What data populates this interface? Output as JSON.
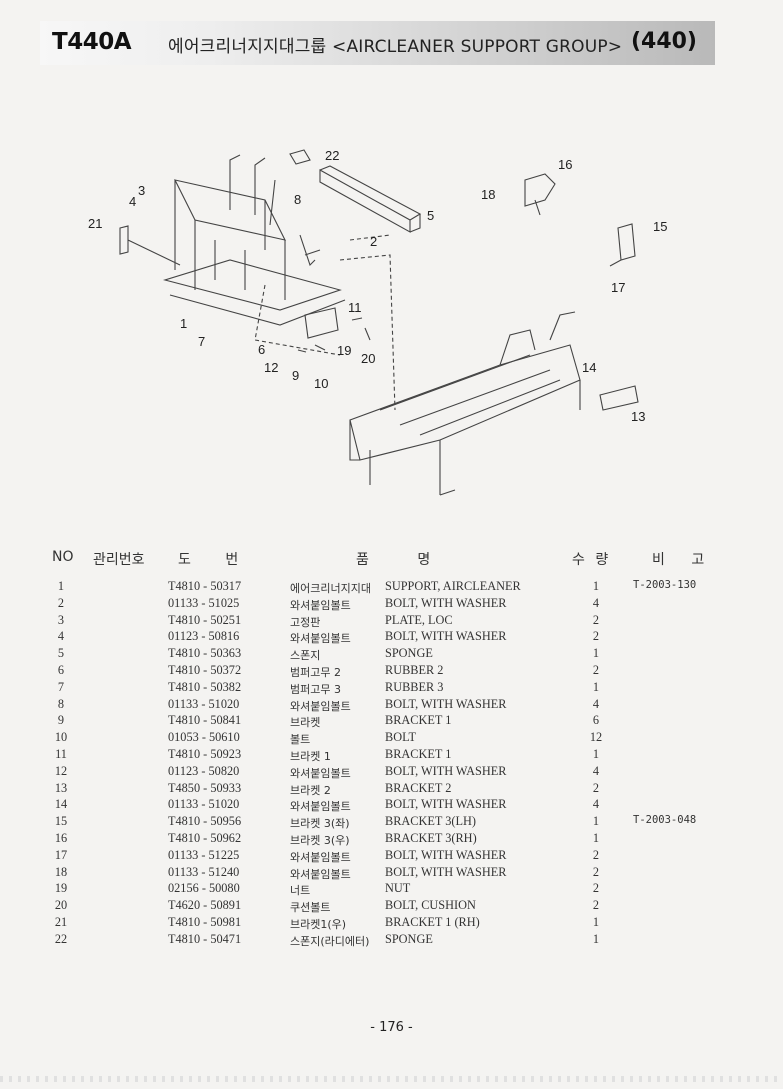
{
  "header": {
    "code": "T440A",
    "title": "에어크리너지지대그룹 <AIRCLEANER SUPPORT GROUP>",
    "page_ref": "(440)"
  },
  "diagram": {
    "callouts": [
      "1",
      "2",
      "3",
      "4",
      "5",
      "6",
      "7",
      "8",
      "9",
      "10",
      "11",
      "12",
      "13",
      "14",
      "15",
      "16",
      "17",
      "18",
      "19",
      "20",
      "21",
      "22"
    ]
  },
  "table": {
    "headers": {
      "no": "NO",
      "mgmt": "관리번호",
      "drawing": "도 번",
      "name": "품 명",
      "qty": "수 량",
      "remarks": "비 고"
    },
    "rows": [
      {
        "no": "1",
        "part": "T4810 - 50317",
        "kr": "에어크리너지지대",
        "en": "SUPPORT, AIRCLEANER",
        "qty": "1",
        "rem": "T-2003-130"
      },
      {
        "no": "2",
        "part": "01133 - 51025",
        "kr": "와셔붙임볼트",
        "en": "BOLT, WITH WASHER",
        "qty": "4",
        "rem": ""
      },
      {
        "no": "3",
        "part": "T4810 - 50251",
        "kr": "고정판",
        "en": "PLATE, LOC",
        "qty": "2",
        "rem": ""
      },
      {
        "no": "4",
        "part": "01123 - 50816",
        "kr": "와셔붙임볼트",
        "en": "BOLT, WITH WASHER",
        "qty": "2",
        "rem": ""
      },
      {
        "no": "5",
        "part": "T4810 - 50363",
        "kr": "스폰지",
        "en": "SPONGE",
        "qty": "1",
        "rem": ""
      },
      {
        "no": "6",
        "part": "T4810 - 50372",
        "kr": "범퍼고무 2",
        "en": "RUBBER 2",
        "qty": "2",
        "rem": ""
      },
      {
        "no": "7",
        "part": "T4810 - 50382",
        "kr": "범퍼고무 3",
        "en": "RUBBER 3",
        "qty": "1",
        "rem": ""
      },
      {
        "no": "8",
        "part": "01133 - 51020",
        "kr": "와셔붙임볼트",
        "en": "BOLT, WITH WASHER",
        "qty": "4",
        "rem": ""
      },
      {
        "no": "9",
        "part": "T4810 - 50841",
        "kr": "브라켓",
        "en": "BRACKET 1",
        "qty": "6",
        "rem": ""
      },
      {
        "no": "10",
        "part": "01053 - 50610",
        "kr": "볼트",
        "en": "BOLT",
        "qty": "12",
        "rem": ""
      },
      {
        "no": "11",
        "part": "T4810 - 50923",
        "kr": "브라켓 1",
        "en": "BRACKET 1",
        "qty": "1",
        "rem": ""
      },
      {
        "no": "12",
        "part": "01123 - 50820",
        "kr": "와셔붙임볼트",
        "en": "BOLT, WITH WASHER",
        "qty": "4",
        "rem": ""
      },
      {
        "no": "13",
        "part": "T4850 - 50933",
        "kr": "브라켓 2",
        "en": "BRACKET 2",
        "qty": "2",
        "rem": ""
      },
      {
        "no": "14",
        "part": "01133 - 51020",
        "kr": "와셔붙임볼트",
        "en": "BOLT, WITH WASHER",
        "qty": "4",
        "rem": ""
      },
      {
        "no": "15",
        "part": "T4810 - 50956",
        "kr": "브라켓 3(좌)",
        "en": "BRACKET 3(LH)",
        "qty": "1",
        "rem": "T-2003-048"
      },
      {
        "no": "16",
        "part": "T4810 - 50962",
        "kr": "브라켓 3(우)",
        "en": "BRACKET 3(RH)",
        "qty": "1",
        "rem": ""
      },
      {
        "no": "17",
        "part": "01133 - 51225",
        "kr": "와셔붙임볼트",
        "en": "BOLT, WITH WASHER",
        "qty": "2",
        "rem": ""
      },
      {
        "no": "18",
        "part": "01133 - 51240",
        "kr": "와셔붙임볼트",
        "en": "BOLT, WITH WASHER",
        "qty": "2",
        "rem": ""
      },
      {
        "no": "19",
        "part": "02156 - 50080",
        "kr": "너트",
        "en": "NUT",
        "qty": "2",
        "rem": ""
      },
      {
        "no": "20",
        "part": "T4620 - 50891",
        "kr": "쿠션볼트",
        "en": "BOLT, CUSHION",
        "qty": "2",
        "rem": ""
      },
      {
        "no": "21",
        "part": "T4810 - 50981",
        "kr": "브라켓1(우)",
        "en": "BRACKET 1 (RH)",
        "qty": "1",
        "rem": ""
      },
      {
        "no": "22",
        "part": "T4810 - 50471",
        "kr": "스폰지(라디에터)",
        "en": "SPONGE",
        "qty": "1",
        "rem": ""
      }
    ]
  },
  "footer": {
    "page_number": "- 176 -"
  }
}
